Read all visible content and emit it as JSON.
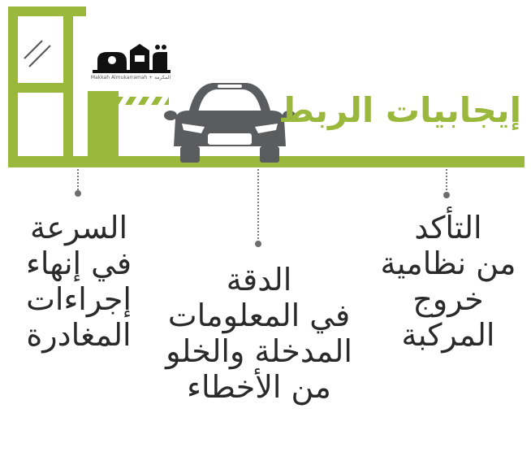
{
  "logo": {
    "mark_text": "مكة",
    "tagline": "Makkah Almukarramah + المكرمة"
  },
  "title": "إيجابيات الربط",
  "columns": {
    "right": {
      "lines": [
        "التأكد",
        "من نظامية",
        "خروج",
        "المركبة"
      ]
    },
    "middle": {
      "lines": [
        "الدقة",
        "في المعلومات",
        "المدخلة والخلو",
        "من الأخطاء"
      ]
    },
    "left": {
      "lines": [
        "السرعة",
        "في إنهاء",
        "إجراءات",
        "المغادرة"
      ]
    }
  },
  "colors": {
    "accent_green": "#9ab93c",
    "car_gray": "#5b5c5e",
    "text_dark": "#2a2a2a"
  }
}
